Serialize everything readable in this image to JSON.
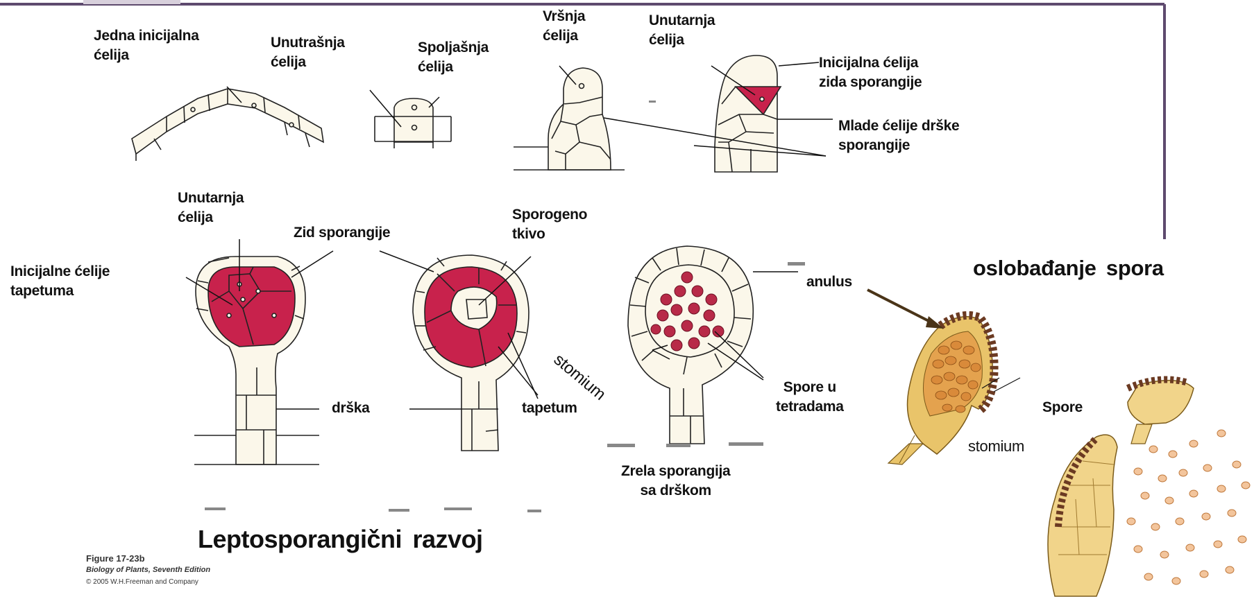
{
  "labels": {
    "jedna_inicijalna": [
      "Jedna inicijalna",
      "ćelija"
    ],
    "unutrasnja_top": [
      "Unutrašnja",
      "ćelija"
    ],
    "spoljasnja": [
      "Spoljašnja",
      "ćelija"
    ],
    "vrsnja": [
      "Vršnja",
      "ćelija"
    ],
    "unutarnja_top": [
      "Unutarnja",
      "ćelija"
    ],
    "inicijalna_zida": [
      "Inicijalna ćelija",
      "zida sporangije"
    ],
    "mlade_celije": [
      "Mlade ćelije drške",
      "sporangije"
    ],
    "unutarnja_mid": [
      "Unutarnja",
      "ćelija"
    ],
    "zid_sporangije": "Zid sporangije",
    "sporogeno": [
      "Sporogeno",
      "tkivo"
    ],
    "inicijalne_tapetuma": [
      "Inicijalne ćelije",
      "tapetuma"
    ],
    "stomium_rot": "stomium",
    "anulus": "anulus",
    "oslobadjanje": "oslobađanje spora",
    "drska": "drška",
    "tapetum": "tapetum",
    "spore_tetradama": [
      "Spore u",
      "tetradama"
    ],
    "spore": "Spore",
    "stomium_right": "stomium",
    "zrela": [
      "Zrela sporangija",
      "sa drškom"
    ],
    "title": "Leptosporangični razvoj"
  },
  "caption": {
    "figure": "Figure 17-23b",
    "book": "Biology of Plants, Seventh Edition",
    "copyright": "© 2005 W.H.Freeman and Company"
  },
  "colors": {
    "frame": "#5e4a6e",
    "cell_fill": "#fbf7ea",
    "tissue_red": "#c8224c",
    "spore_red": "#b82a48",
    "annulus": "#6b3a22",
    "sporangium_yellow": "#e9c46a",
    "spore_orange": "#d98a3a"
  }
}
